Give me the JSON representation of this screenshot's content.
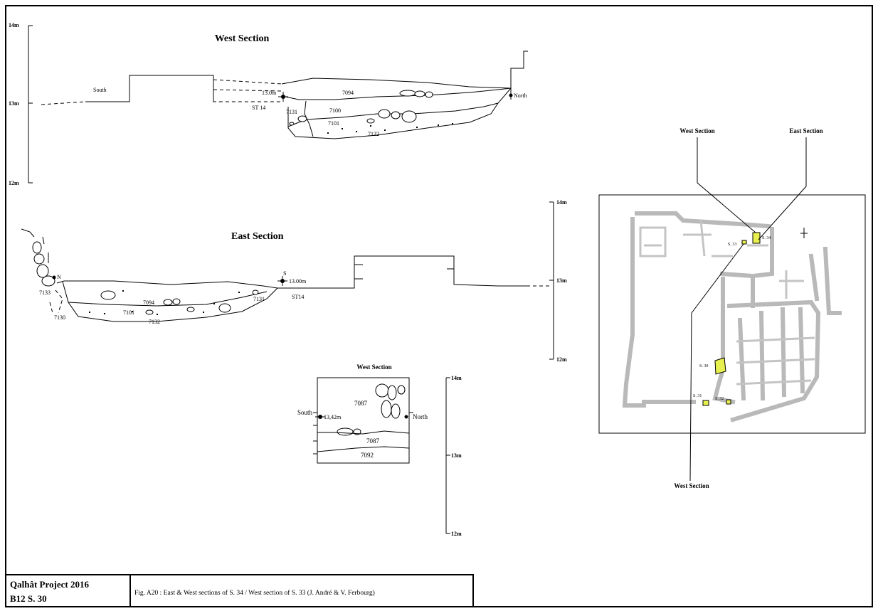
{
  "title_block": {
    "project": "Qalhât Project 2016",
    "sector": "B12 S. 30",
    "caption": "Fig. A20 : East & West sections of S. 34 / West section of S. 33 (J. André & V. Ferbourg)"
  },
  "west_section_34": {
    "title": "West Section",
    "scale": {
      "top": "14m",
      "mid": "13m",
      "bottom": "12m"
    },
    "south": "South",
    "north": "North",
    "elevation": "13.0m",
    "structure": "ST 14",
    "units": [
      "7094",
      "7131",
      "7100",
      "7101",
      "7132"
    ]
  },
  "east_section_34": {
    "title": "East Section",
    "scale": {
      "top": "14m",
      "mid": "13m",
      "bottom": "12m"
    },
    "south": "S",
    "north": "N",
    "elevation": "13.00m",
    "structure": "ST14",
    "units": [
      "7133",
      "7130",
      "7101",
      "7094",
      "7132",
      "7131"
    ]
  },
  "west_section_33": {
    "title": "West Section",
    "scale": {
      "top": "14m",
      "mid": "13m",
      "bottom": "12m"
    },
    "south": "South",
    "north": "North",
    "elevation": "13,42m",
    "units": [
      "7087",
      "7087",
      "7092"
    ]
  },
  "plan": {
    "callout_west_top": "West Section",
    "callout_east_top": "East Section",
    "callout_west_bottom": "West Section",
    "soundings": [
      "S. 33",
      "S. 34",
      "S. 30",
      "S. 31",
      "S. 32"
    ]
  }
}
